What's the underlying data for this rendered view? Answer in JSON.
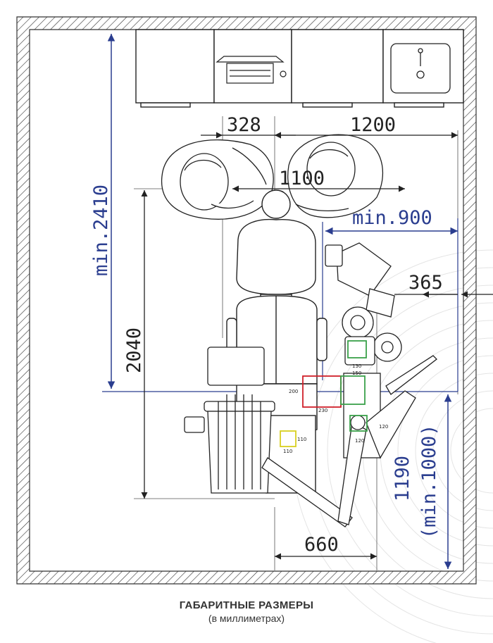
{
  "caption": {
    "title": "ГАБАРИТНЫЕ РАЗМЕРЫ",
    "subtitle": "(в миллиметрах)"
  },
  "dimensions": {
    "d328": "328",
    "d1200": "1200",
    "d1100": "1100",
    "d2410": "min.2410",
    "d2040": "2040",
    "d900": "min.900",
    "d365": "365",
    "d660": "660",
    "d1190": "1190",
    "d1000": "(min.1000)"
  },
  "small_labels": {
    "l130": "130",
    "l150": "150",
    "l200": "200",
    "l230": "230",
    "l120": "120",
    "l120b": "120",
    "l110a": "110",
    "l110b": "110"
  },
  "colors": {
    "blue_dimension": "#2a3d8f",
    "black_dimension": "#222222",
    "red_box": "#d0202a",
    "green_box": "#3aa04a"
  }
}
